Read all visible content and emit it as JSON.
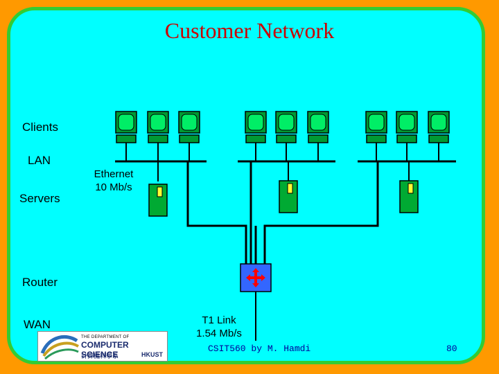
{
  "title": "Customer Network",
  "side_labels": {
    "clients": "Clients",
    "lan": "LAN",
    "servers": "Servers",
    "router": "Router",
    "wan": "WAN"
  },
  "ethernet": {
    "line1": "Ethernet",
    "line2": "10 Mb/s"
  },
  "t1_link": {
    "line1": "T1 Link",
    "line2": "1.54 Mb/s"
  },
  "footer": {
    "course": "CSIT560 by M. Hamdi",
    "page": "80"
  },
  "logo": {
    "text_top": "THE DEPARTMENT OF",
    "text_main": "COMPUTER SCIENCE",
    "text_chinese": "計算機科學系",
    "text_hkust": "HKUST"
  },
  "colors": {
    "background": "#ff9900",
    "panel": "#00ffff",
    "panel_border": "#33cc33",
    "title": "#cc0000",
    "client_screen": "#00ee66",
    "server": "#00aa33",
    "router": "#3366ff",
    "router_arrows": "#ff0000"
  }
}
